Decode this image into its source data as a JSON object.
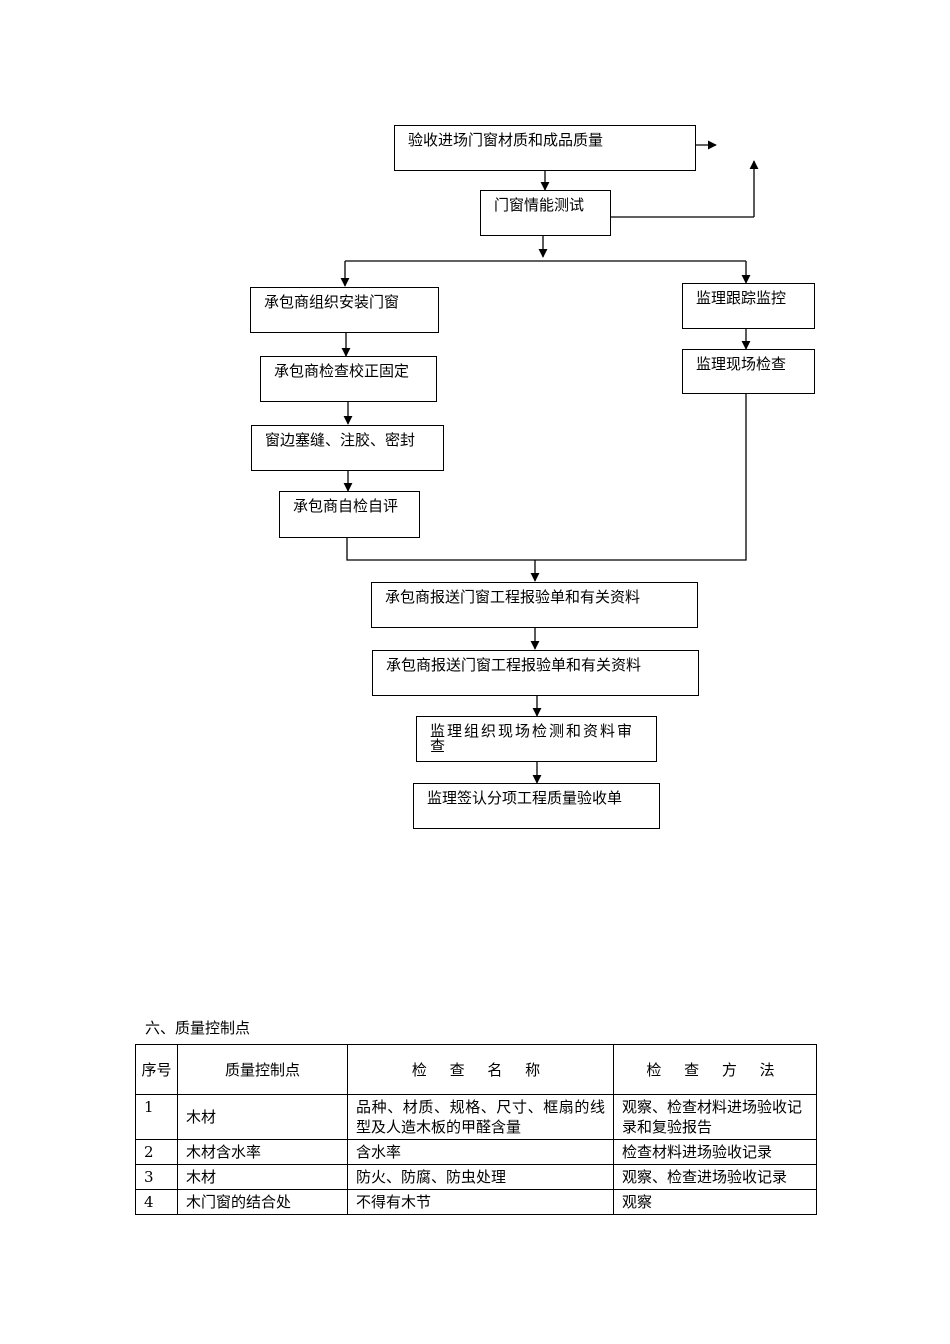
{
  "flowchart": {
    "steps": {
      "incoming_inspection": "验收进场门窗材质和成品质量",
      "performance_test": "门窗情能测试",
      "contractor_install": "承包商组织安装门窗",
      "contractor_check_fix": "承包商检查校正固定",
      "sealing": "窗边塞缝、注胶、密封",
      "self_check": "承包商自检自评",
      "supervisor_tracking": "监理跟踪监控",
      "supervisor_site_check": "监理现场检查",
      "submit_report_1": "承包商报送门窗工程报验单和有关资料",
      "submit_report_2": "承包商报送门窗工程报验单和有关资料",
      "supervisor_inspect": "监理组织现场检测和资料审查",
      "supervisor_sign": "监理签认分项工程质量验收单"
    }
  },
  "quality_section": {
    "title": "六、质量控制点",
    "headers": {
      "no": "序号",
      "point": "质量控制点",
      "item": "检 查 名 称",
      "method": "检 查 方 法"
    },
    "rows": [
      {
        "no": "1",
        "point": "木材",
        "item": "品种、材质、规格、尺寸、框扇的线型及人造木板的甲醛含量",
        "method": "观察、检查材料进场验收记录和复验报告"
      },
      {
        "no": "2",
        "point": "木材含水率",
        "item": "含水率",
        "method": "检查材料进场验收记录"
      },
      {
        "no": "3",
        "point": "木材",
        "item": "防火、防腐、防虫处理",
        "method": "观察、检查进场验收记录"
      },
      {
        "no": "4",
        "point": "木门窗的结合处",
        "item": "不得有木节",
        "method": "观察"
      }
    ]
  }
}
